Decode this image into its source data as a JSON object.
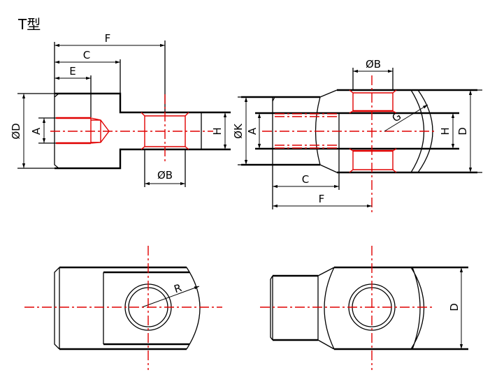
{
  "title": "T型",
  "colors": {
    "outline": "#000000",
    "centerline": "#e00000"
  },
  "side_view_left": {
    "labels": {
      "F": "F",
      "C": "C",
      "E": "E",
      "D": "ØD",
      "A": "A",
      "H": "H",
      "B": "ØB"
    }
  },
  "side_view_right": {
    "labels": {
      "B": "ØB",
      "K": "ØK",
      "A": "A",
      "G": "G",
      "H": "H",
      "D": "D",
      "C": "C",
      "F": "F"
    }
  },
  "bottom_view_left": {
    "labels": {
      "R": "R"
    }
  },
  "bottom_view_right": {
    "labels": {
      "D": "D"
    }
  }
}
